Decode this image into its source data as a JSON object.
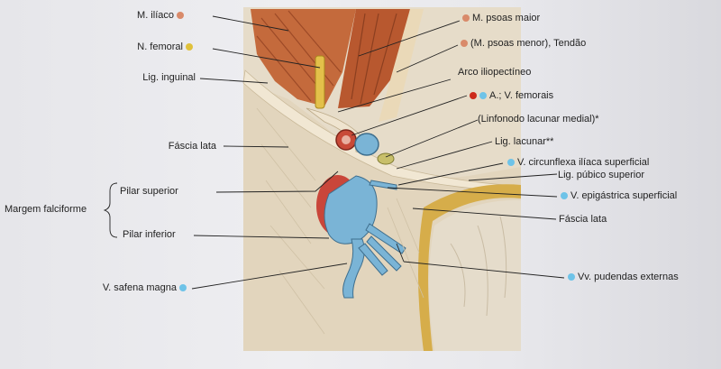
{
  "colors": {
    "muscle": "#c06a3a",
    "nerve": "#e3c04a",
    "artery": "#c94a3a",
    "vein": "#78b6dc",
    "fascia": "#e9ddc7",
    "fat": "#d6ad4a",
    "legend_orange": "#d98a6a",
    "legend_yellow": "#e0c13b",
    "legend_red": "#cc2a1a",
    "legend_blue": "#6ec3e8"
  },
  "labels": {
    "m_iliaco": "M. ilíaco",
    "n_femoral": "N. femoral",
    "lig_inguinal": "Lig. inguinal",
    "fascia_lata_left": "Fáscia lata",
    "margem_falciforme": "Margem falciforme",
    "pilar_superior": "Pilar superior",
    "pilar_inferior": "Pilar inferior",
    "v_safena_magna": "V. safena magna",
    "m_psoas_maior": "M. psoas maior",
    "m_psoas_menor": "(M. psoas menor), Tendão",
    "arco_iliopectineo": "Arco iliopectíneo",
    "av_femorais": "A.; V. femorais",
    "linfonodo": "(Linfonodo lacunar medial)*",
    "lig_lacunar": "Lig. lacunar**",
    "v_circunflexa": "V. circunflexa ilíaca superficial",
    "lig_pubico": "Lig. púbico superior",
    "v_epigastrica": "V. epigástrica superficial",
    "fascia_lata_right": "Fáscia lata",
    "vv_pudendas": "Vv. pudendas externas"
  }
}
